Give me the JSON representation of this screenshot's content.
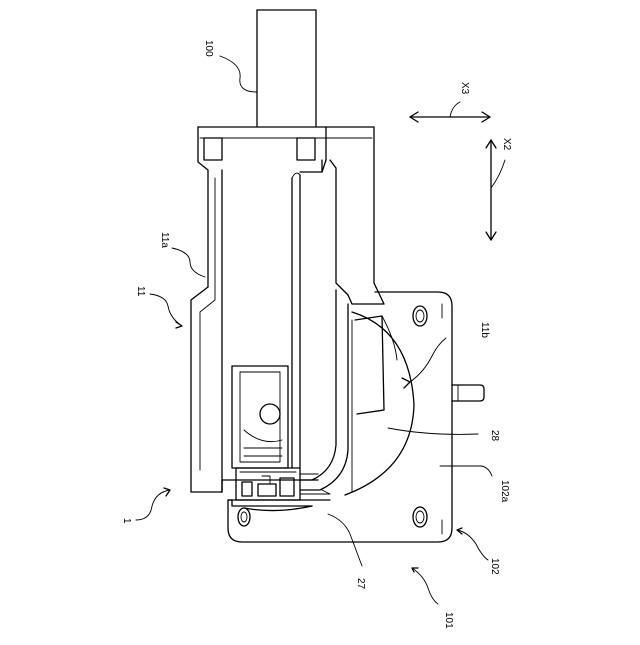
{
  "labels": {
    "ref_1": "1",
    "ref_11": "11",
    "ref_11a": "11a",
    "ref_11b": "11b",
    "ref_27": "27",
    "ref_28": "28",
    "ref_100": "100",
    "ref_101": "101",
    "ref_102": "102",
    "ref_102a": "102a",
    "axis_x2": "X2",
    "axis_x3": "X3"
  }
}
